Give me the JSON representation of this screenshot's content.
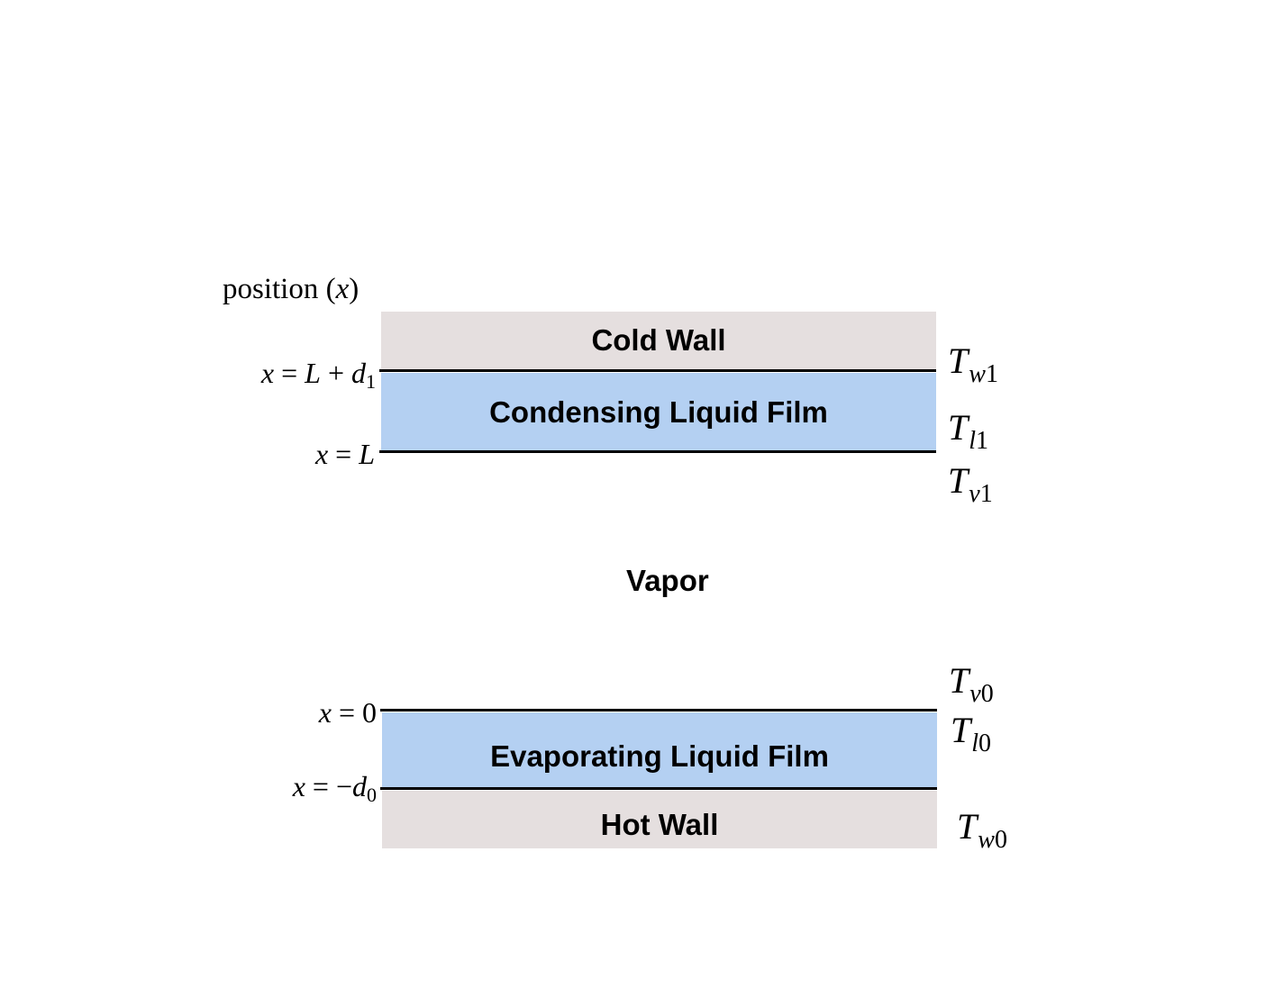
{
  "axis": {
    "title": "position",
    "var": "x"
  },
  "regions": {
    "cold_wall": "Cold Wall",
    "condensing_film": "Condensing Liquid Film",
    "vapor": "Vapor",
    "evaporating_film": "Evaporating Liquid Film",
    "hot_wall": "Hot Wall"
  },
  "positions": {
    "top_film": {
      "lhs": "x",
      "eq": " = ",
      "rhs": "L",
      "op": " + ",
      "rhs2": "d",
      "sub": "1"
    },
    "L": {
      "lhs": "x",
      "eq": " = ",
      "rhs": "L"
    },
    "zero": {
      "lhs": "x",
      "eq": " = ",
      "rhs": "0"
    },
    "bottom_film": {
      "lhs": "x",
      "eq": " = ",
      "neg": "−",
      "rhs": "d",
      "sub": "0"
    }
  },
  "temperatures": {
    "Tw1": {
      "sym": "T",
      "a": "w",
      "b": "1"
    },
    "Tl1": {
      "sym": "T",
      "a": "l",
      "b": "1"
    },
    "Tv1": {
      "sym": "T",
      "a": "v",
      "b": "1"
    },
    "Tv0": {
      "sym": "T",
      "a": "v",
      "b": "0"
    },
    "Tl0": {
      "sym": "T",
      "a": "l",
      "b": "0"
    },
    "Tw0": {
      "sym": "T",
      "a": "w",
      "b": "0"
    }
  },
  "colors": {
    "wall": "#e5dfdf",
    "film": "#b4d0f2",
    "line": "#000000"
  }
}
